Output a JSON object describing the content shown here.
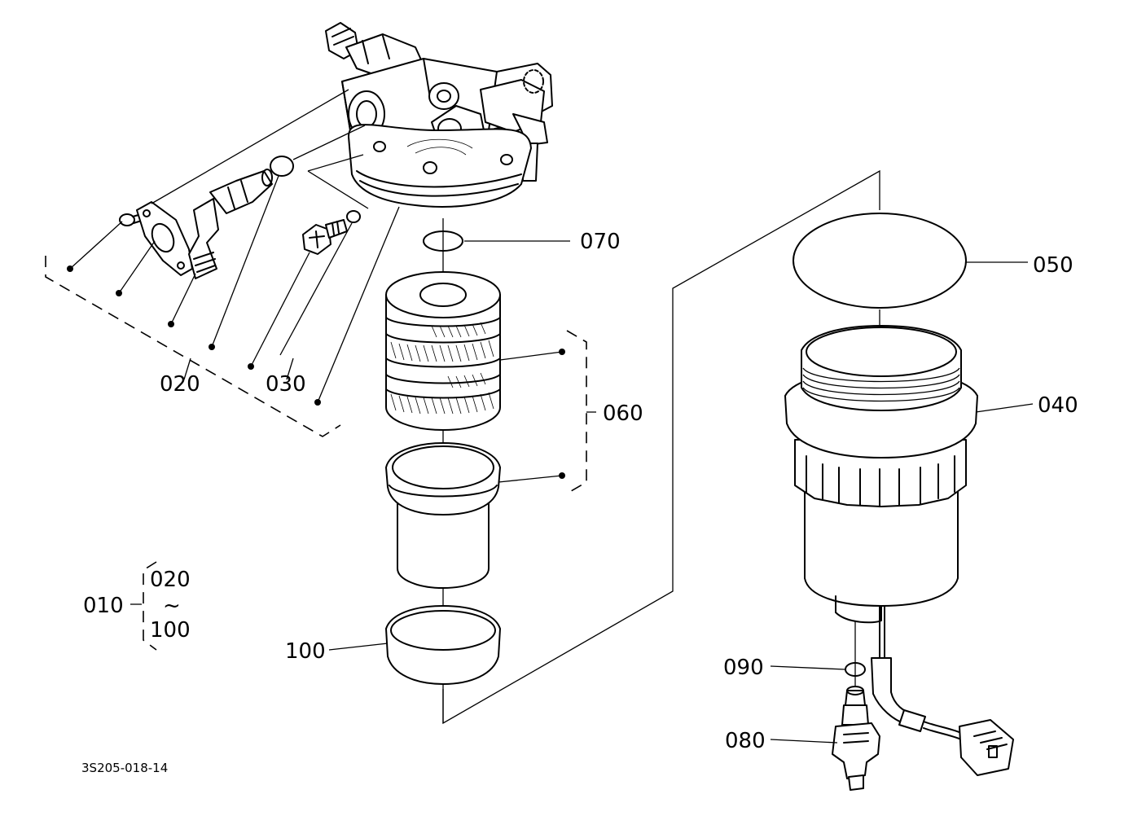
{
  "callouts": {
    "c010": "010",
    "c020": "020",
    "c030": "030",
    "c040": "040",
    "c050": "050",
    "c060": "060",
    "c070": "070",
    "c080": "080",
    "c090": "090",
    "c100": "100"
  },
  "range_group": {
    "start": "020",
    "tilde": "~",
    "end": "100"
  },
  "drawing_code": "3S205-018-14"
}
